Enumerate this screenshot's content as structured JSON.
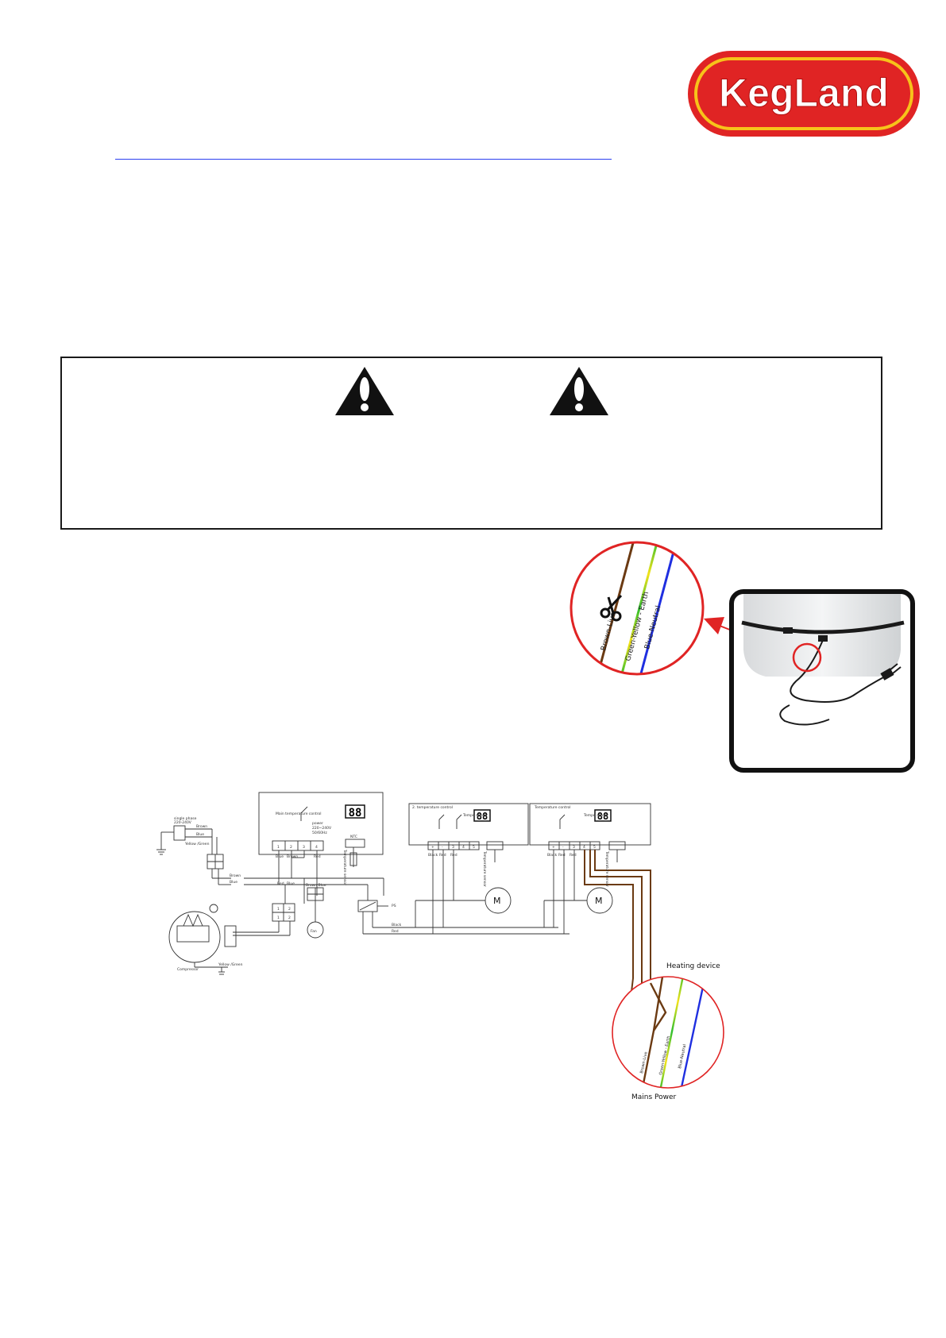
{
  "logo": {
    "text": "KegLand",
    "colors": {
      "outer": "#e02424",
      "ring": "#f7c31a",
      "text": "#ffffff"
    }
  },
  "warning": {
    "icon": "warning-triangle-icon"
  },
  "cable_zoom": {
    "wires": {
      "live": "Brown-Live",
      "earth": "Green-Yellow - Earth",
      "neutral": "Blue-Neutral"
    },
    "icon": "scissors-icon"
  },
  "wiring_diagram": {
    "supply": {
      "line1": "single phase",
      "line2": "220-240V"
    },
    "supply_wires": {
      "brown": "Brown",
      "blue": "Blue",
      "yellow_green": "Yellow /Green"
    },
    "main_controller": {
      "title": "Main temperature control",
      "display": "88",
      "power_text": {
        "l1": "power",
        "l2": "220~240V",
        "l3": "50/60Hz"
      },
      "terminals": [
        "1",
        "2",
        "3",
        "4"
      ],
      "probe": "NTC",
      "sensor_label": "Temperature sensor",
      "wire_labels": {
        "t1": "Blue",
        "t2": "Brown",
        "t4": "Red"
      }
    },
    "mid_wires": {
      "brown": "Brown",
      "blue": "Blue",
      "red": "Red",
      "blue2": "Blue",
      "brown_blue": "Brown Blue"
    },
    "fan": "Fan",
    "compressor": "Compressor",
    "compressor_ground": "Yellow /Green",
    "relay_terminals": [
      "1",
      "2",
      "1",
      "2"
    ],
    "psu_label": "PS",
    "bus_labels": {
      "black": "Black",
      "red": "Red"
    },
    "controller2": {
      "title": "2. temperature control",
      "display": "88",
      "small_text": "Tempe sensor",
      "terminals": [
        "+",
        "-",
        "3",
        "4",
        "5"
      ],
      "wire_labels": [
        "Black",
        "Red",
        "Red"
      ],
      "sensor_label": "Temperature sensor"
    },
    "controller3": {
      "title": "Temperature control",
      "display": "88",
      "small_text": "Tempe sensor",
      "terminals": [
        "+",
        "-",
        "3",
        "4",
        "5"
      ],
      "wire_labels": [
        "Black",
        "Red",
        "Red"
      ],
      "sensor_label": "Temperature sensor"
    },
    "motor": "M",
    "heating_zoom": {
      "heating_label": "Heating device",
      "mains_label": "Mains Power",
      "wires": {
        "live": "Brown-Live",
        "earth": "Green-Yellow - Earth",
        "neutral": "Blue-Neutral"
      }
    }
  }
}
